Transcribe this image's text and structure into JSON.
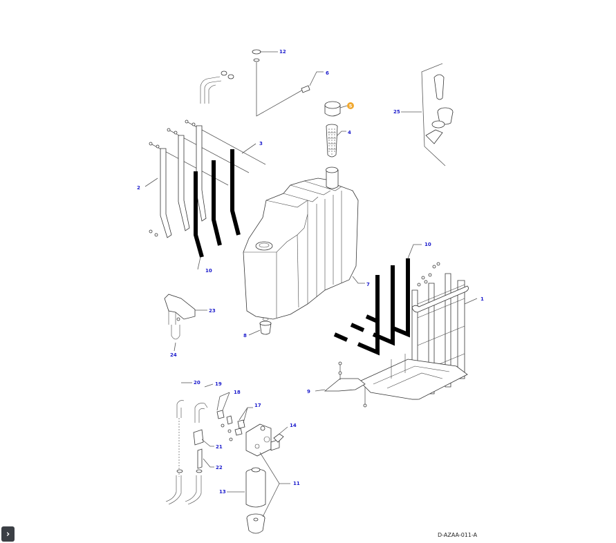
{
  "diagram": {
    "reference_code": "D-AZAA-011-A",
    "highlighted_label": "5",
    "highlight_color": "#f0a830",
    "label_color": "#1a1acc",
    "labels": {
      "l1": "1",
      "l2": "2",
      "l3": "3",
      "l4": "4",
      "l6": "6",
      "l7": "7",
      "l8": "8",
      "l9": "9",
      "l10a": "10",
      "l10b": "10",
      "l11": "11",
      "l12": "12",
      "l13": "13",
      "l14": "14",
      "l17": "17",
      "l18": "18",
      "l19": "19",
      "l20": "20",
      "l21": "21",
      "l22": "22",
      "l23": "23",
      "l24": "24",
      "l25": "25"
    }
  },
  "controls": {
    "expand_icon": "chevron-right-icon",
    "expand_glyph": "›"
  }
}
